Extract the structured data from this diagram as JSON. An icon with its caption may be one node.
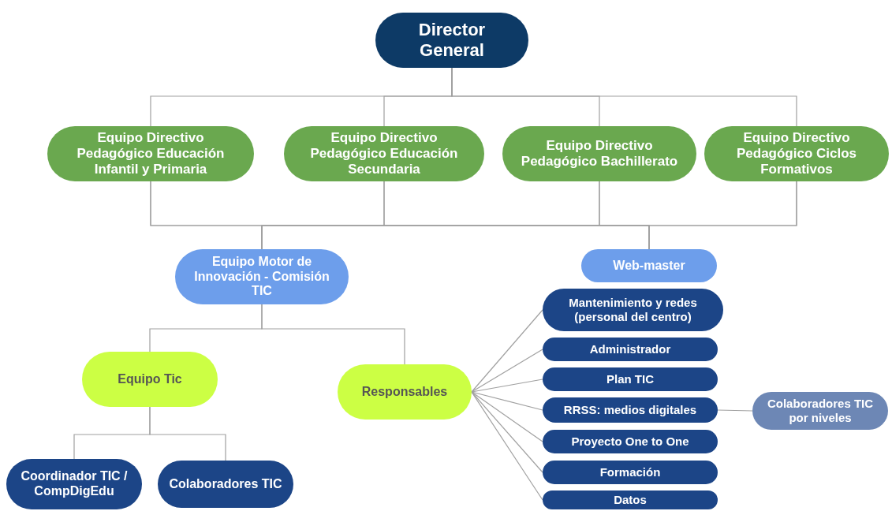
{
  "diagram": {
    "nodes": [
      {
        "text": [
          "Director General"
        ]
      },
      {
        "text": [
          "Equipo Directivo Pedagógico Educación Infantil y Primaria"
        ]
      },
      {
        "text": [
          "Equipo Directivo Pedagógico Educación Secundaria"
        ]
      },
      {
        "text": [
          "Equipo Directivo Pedagógico Bachillerato"
        ]
      },
      {
        "text": [
          "Equipo Directivo Pedagógico Ciclos Formativos"
        ]
      },
      {
        "text": [
          "Equipo Motor de Innovación - Comisión TIC"
        ]
      },
      {
        "text": [
          "Web-master"
        ]
      },
      {
        "text": [
          "Equipo Tic"
        ]
      },
      {
        "text": [
          "Responsables"
        ]
      },
      {
        "text": [
          "Coordinador TIC / CompDigEdu"
        ]
      },
      {
        "text": [
          "Colaboradores TIC"
        ]
      },
      {
        "text": [
          "Mantenimiento y redes (personal del centro)"
        ]
      },
      {
        "text": [
          "Administrador"
        ]
      },
      {
        "text": [
          "Plan TIC"
        ]
      },
      {
        "text": [
          "RRSS: medios digitales"
        ]
      },
      {
        "text": [
          "Proyecto One to One"
        ]
      },
      {
        "text": [
          "Formación"
        ]
      },
      {
        "text": [
          "Datos"
        ]
      },
      {
        "text": [
          "Colaboradores TIC por niveles"
        ]
      }
    ],
    "edges": [
      {
        "from": 0,
        "to": 1,
        "arrow": "none"
      },
      {
        "from": 0,
        "to": 2,
        "arrow": "none"
      },
      {
        "from": 0,
        "to": 3,
        "arrow": "none"
      },
      {
        "from": 0,
        "to": 4,
        "arrow": "none"
      },
      {
        "from": 1,
        "to": 5,
        "arrow": "none"
      },
      {
        "from": 2,
        "to": 5,
        "arrow": "none"
      },
      {
        "from": 3,
        "to": 5,
        "arrow": "none"
      },
      {
        "from": 4,
        "to": 5,
        "arrow": "none"
      },
      {
        "from": 1,
        "to": 6,
        "arrow": "none"
      },
      {
        "from": 2,
        "to": 6,
        "arrow": "none"
      },
      {
        "from": 3,
        "to": 6,
        "arrow": "none"
      },
      {
        "from": 4,
        "to": 6,
        "arrow": "none"
      },
      {
        "from": 5,
        "to": 7,
        "arrow": "none"
      },
      {
        "from": 5,
        "to": 8,
        "arrow": "none"
      },
      {
        "from": 7,
        "to": 9,
        "arrow": "none"
      },
      {
        "from": 7,
        "to": 10,
        "arrow": "none"
      },
      {
        "from": 8,
        "to": 11,
        "arrow": "none"
      },
      {
        "from": 8,
        "to": 12,
        "arrow": "none"
      },
      {
        "from": 8,
        "to": 13,
        "arrow": "none"
      },
      {
        "from": 8,
        "to": 14,
        "arrow": "none"
      },
      {
        "from": 8,
        "to": 15,
        "arrow": "none"
      },
      {
        "from": 8,
        "to": 16,
        "arrow": "none"
      },
      {
        "from": 8,
        "to": 17,
        "arrow": "none"
      },
      {
        "from": 14,
        "to": 18,
        "arrow": "none"
      }
    ]
  }
}
